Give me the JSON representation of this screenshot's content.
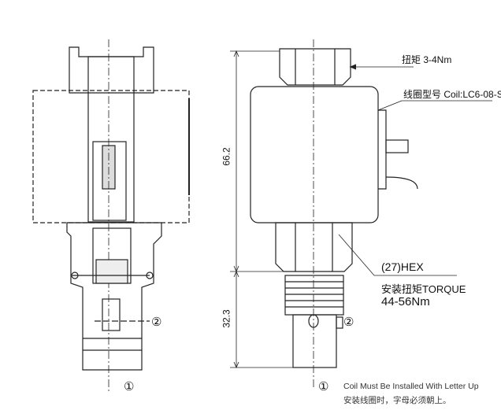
{
  "labels": {
    "torque_top": "扭矩 3-4Nm",
    "coil_model": "线圈型号 Coil:LC6-08-S",
    "hex": "(27)HEX",
    "install_torque": "安装扭矩TORQUE",
    "install_torque_value": "44-56Nm",
    "dim_upper": "66.2",
    "dim_lower": "32.3",
    "marker_1": "①",
    "marker_2": "②",
    "note_en": "Coil Must Be Installed With Letter Up",
    "note_cn": "安装线圈时，字母必须朝上。"
  }
}
